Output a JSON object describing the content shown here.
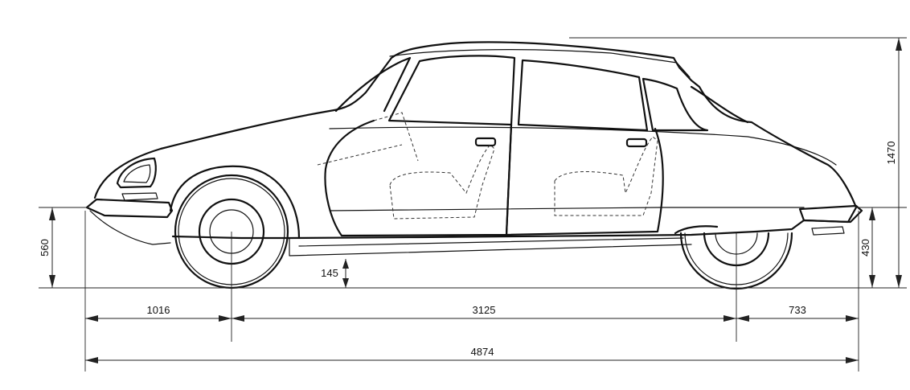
{
  "dimensions": {
    "front_overhang": "1016",
    "wheelbase": "3125",
    "rear_overhang": "733",
    "overall_length": "4874",
    "overall_height": "1470",
    "front_bumper_height": "560",
    "rear_bumper_height": "430",
    "ground_clearance": "145"
  }
}
